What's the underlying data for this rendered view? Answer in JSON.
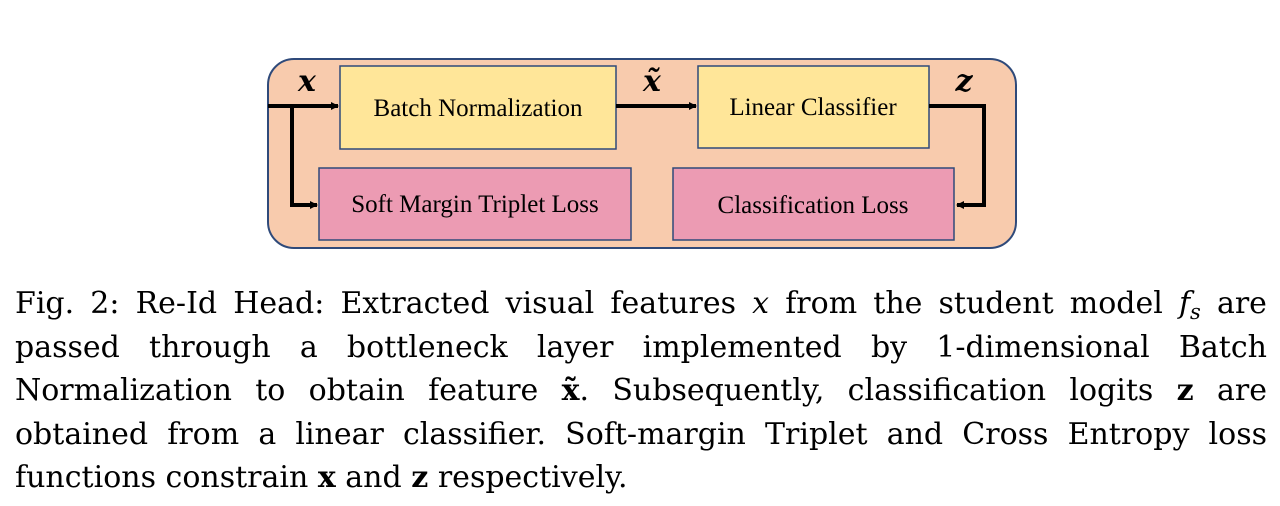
{
  "diagram": {
    "nodes": {
      "batch_norm": "Batch Normalization",
      "linear_classifier": "Linear Classifier",
      "triplet_loss": "Soft Margin Triplet Loss",
      "classification_loss": "Classification Loss"
    },
    "symbols": {
      "x": "x",
      "x_tilde": "x̃",
      "z": "z"
    },
    "colors": {
      "container_fill": "#f8cbad",
      "container_stroke": "#2f4a7a",
      "yellow_box": "#ffe699",
      "pink_box": "#ec9bb3",
      "box_stroke": "#2f4a7a",
      "arrow": "#000000"
    }
  },
  "caption": {
    "label": "Fig. 2:",
    "t1": "Re-Id Head: Extracted visual features",
    "var_x": "x",
    "t2": "from the student model",
    "var_f": "f",
    "var_f_sub": "s",
    "t3": "are passed through a bottleneck layer implemented by 1-dimensional Batch Normalization to obtain feature",
    "bold_xtilde": "x̃",
    "t4": ". Subsequently, classification logits",
    "bold_z": "z",
    "t5": "are obtained from a linear classifier. Soft-margin Triplet and Cross Entropy loss functions constrain",
    "bold_x": "x",
    "t6": "and",
    "bold_z2": "z",
    "t7": "respectively."
  }
}
